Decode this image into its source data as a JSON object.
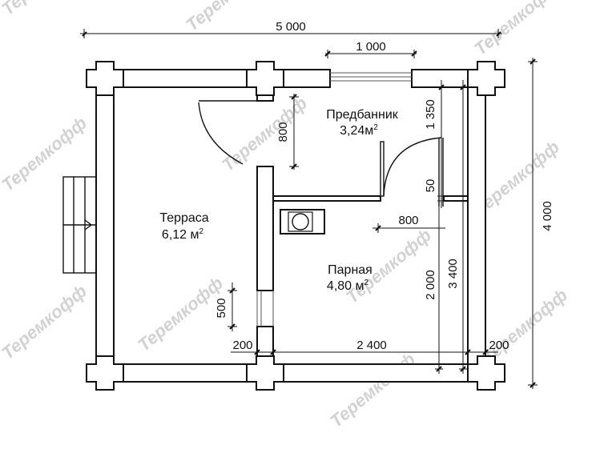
{
  "plan": {
    "dimensions": {
      "overall_width": "5 000",
      "overall_depth": "4 000",
      "entrance_opening": "1 000",
      "vestibule_door_offset": "800",
      "vestibule_depth": "1 350",
      "partition_gap": "50",
      "steam_door": "800",
      "steam_room_depth": "3 400",
      "steam_room_height": "2 000",
      "terrace_opening": "500",
      "steam_room_width": "2 400",
      "wall_left": "200",
      "wall_right": "200"
    },
    "rooms": {
      "vestibule": {
        "name": "Предбанник",
        "area_value": "3,24",
        "area_unit": "м",
        "area_sup": "2"
      },
      "terrace": {
        "name": "Терраса",
        "area_value": "6,12 м",
        "area_unit": "",
        "area_sup": "2"
      },
      "steam": {
        "name": "Парная",
        "area_value": "4,80 м",
        "area_unit": "",
        "area_sup": "2"
      }
    }
  },
  "watermark": "Теремкофф"
}
